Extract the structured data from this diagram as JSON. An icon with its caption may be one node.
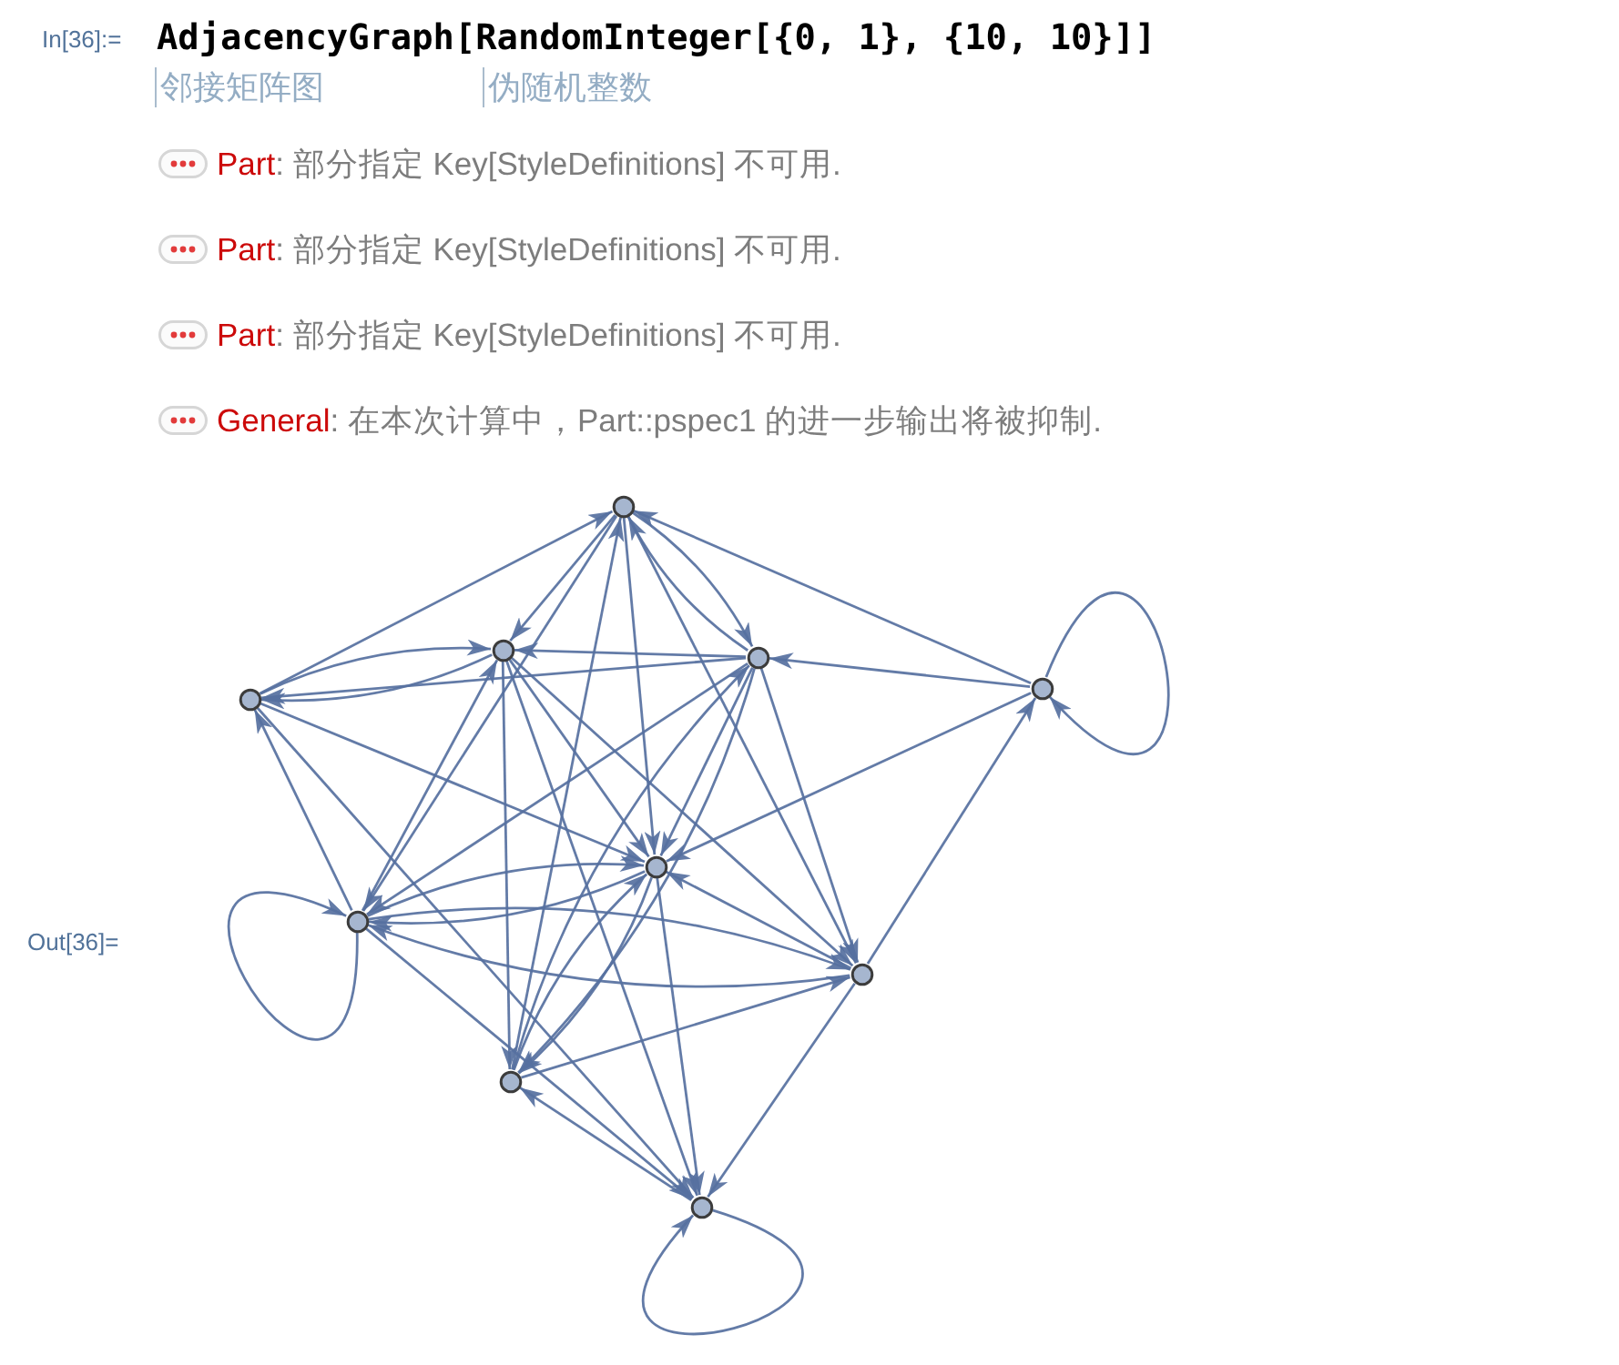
{
  "diagram": {
    "nodes": [
      {
        "text": [],
        "shape": "circle"
      },
      {
        "text": [],
        "shape": "circle"
      },
      {
        "text": [],
        "shape": "circle"
      },
      {
        "text": [],
        "shape": "circle"
      },
      {
        "text": [],
        "shape": "circle"
      },
      {
        "text": [],
        "shape": "circle"
      },
      {
        "text": [],
        "shape": "circle"
      },
      {
        "text": [],
        "shape": "circle"
      },
      {
        "text": [],
        "shape": "circle"
      },
      {
        "text": [],
        "shape": "circle"
      }
    ],
    "edges": [
      {
        "from": 4,
        "to": 0,
        "arrow": "to"
      },
      {
        "from": 3,
        "to": 0,
        "arrow": "to"
      },
      {
        "from": 0,
        "to": 1,
        "arrow": "to"
      },
      {
        "from": 0,
        "to": 2,
        "arrow": "to"
      },
      {
        "from": 2,
        "to": 0,
        "arrow": "to"
      },
      {
        "from": 4,
        "to": 1,
        "arrow": "to"
      },
      {
        "from": 1,
        "to": 4,
        "arrow": "to"
      },
      {
        "from": 2,
        "to": 1,
        "arrow": "to"
      },
      {
        "from": 2,
        "to": 4,
        "arrow": "to"
      },
      {
        "from": 3,
        "to": 2,
        "arrow": "to"
      },
      {
        "from": 3,
        "to": 3,
        "arrow": "to"
      },
      {
        "from": 3,
        "to": 5,
        "arrow": "to"
      },
      {
        "from": 7,
        "to": 3,
        "arrow": "to"
      },
      {
        "from": 4,
        "to": 5,
        "arrow": "to"
      },
      {
        "from": 4,
        "to": 9,
        "arrow": "to"
      },
      {
        "from": 6,
        "to": 4,
        "arrow": "to"
      },
      {
        "from": 6,
        "to": 6,
        "arrow": "to"
      },
      {
        "from": 0,
        "to": 5,
        "arrow": "to"
      },
      {
        "from": 0,
        "to": 7,
        "arrow": "to"
      },
      {
        "from": 2,
        "to": 7,
        "arrow": "to"
      },
      {
        "from": 0,
        "to": 6,
        "arrow": "to"
      },
      {
        "from": 8,
        "to": 0,
        "arrow": "to"
      },
      {
        "from": 1,
        "to": 5,
        "arrow": "to"
      },
      {
        "from": 1,
        "to": 7,
        "arrow": "to"
      },
      {
        "from": 2,
        "to": 5,
        "arrow": "to"
      },
      {
        "from": 8,
        "to": 2,
        "arrow": "to"
      },
      {
        "from": 2,
        "to": 6,
        "arrow": "to"
      },
      {
        "from": 2,
        "to": 8,
        "arrow": "to"
      },
      {
        "from": 1,
        "to": 8,
        "arrow": "to"
      },
      {
        "from": 6,
        "to": 1,
        "arrow": "to"
      },
      {
        "from": 6,
        "to": 5,
        "arrow": "to"
      },
      {
        "from": 5,
        "to": 6,
        "arrow": "to"
      },
      {
        "from": 6,
        "to": 7,
        "arrow": "to"
      },
      {
        "from": 7,
        "to": 6,
        "arrow": "to"
      },
      {
        "from": 7,
        "to": 5,
        "arrow": "to"
      },
      {
        "from": 7,
        "to": 9,
        "arrow": "to"
      },
      {
        "from": 8,
        "to": 7,
        "arrow": "to"
      },
      {
        "from": 5,
        "to": 9,
        "arrow": "to"
      },
      {
        "from": 8,
        "to": 5,
        "arrow": "to"
      },
      {
        "from": 5,
        "to": 8,
        "arrow": "to"
      },
      {
        "from": 9,
        "to": 8,
        "arrow": "to"
      },
      {
        "from": 6,
        "to": 9,
        "arrow": "to"
      },
      {
        "from": 1,
        "to": 9,
        "arrow": "to"
      },
      {
        "from": 9,
        "to": 9,
        "arrow": "to"
      }
    ],
    "labels": [
      "In[36]:=",
      "AdjacencyGraph[RandomInteger[{0, 1}, {10, 10}]]",
      "邻接矩阵图",
      "伪随机整数",
      "Part: 部分指定 Key[StyleDefinitions] 不可用.",
      "Part: 部分指定 Key[StyleDefinitions] 不可用.",
      "Part: 部分指定 Key[StyleDefinitions] 不可用.",
      "General: 在本次计算中，Part::pspec1 的进一步输出将被抑制.",
      "Out[36]="
    ]
  }
}
